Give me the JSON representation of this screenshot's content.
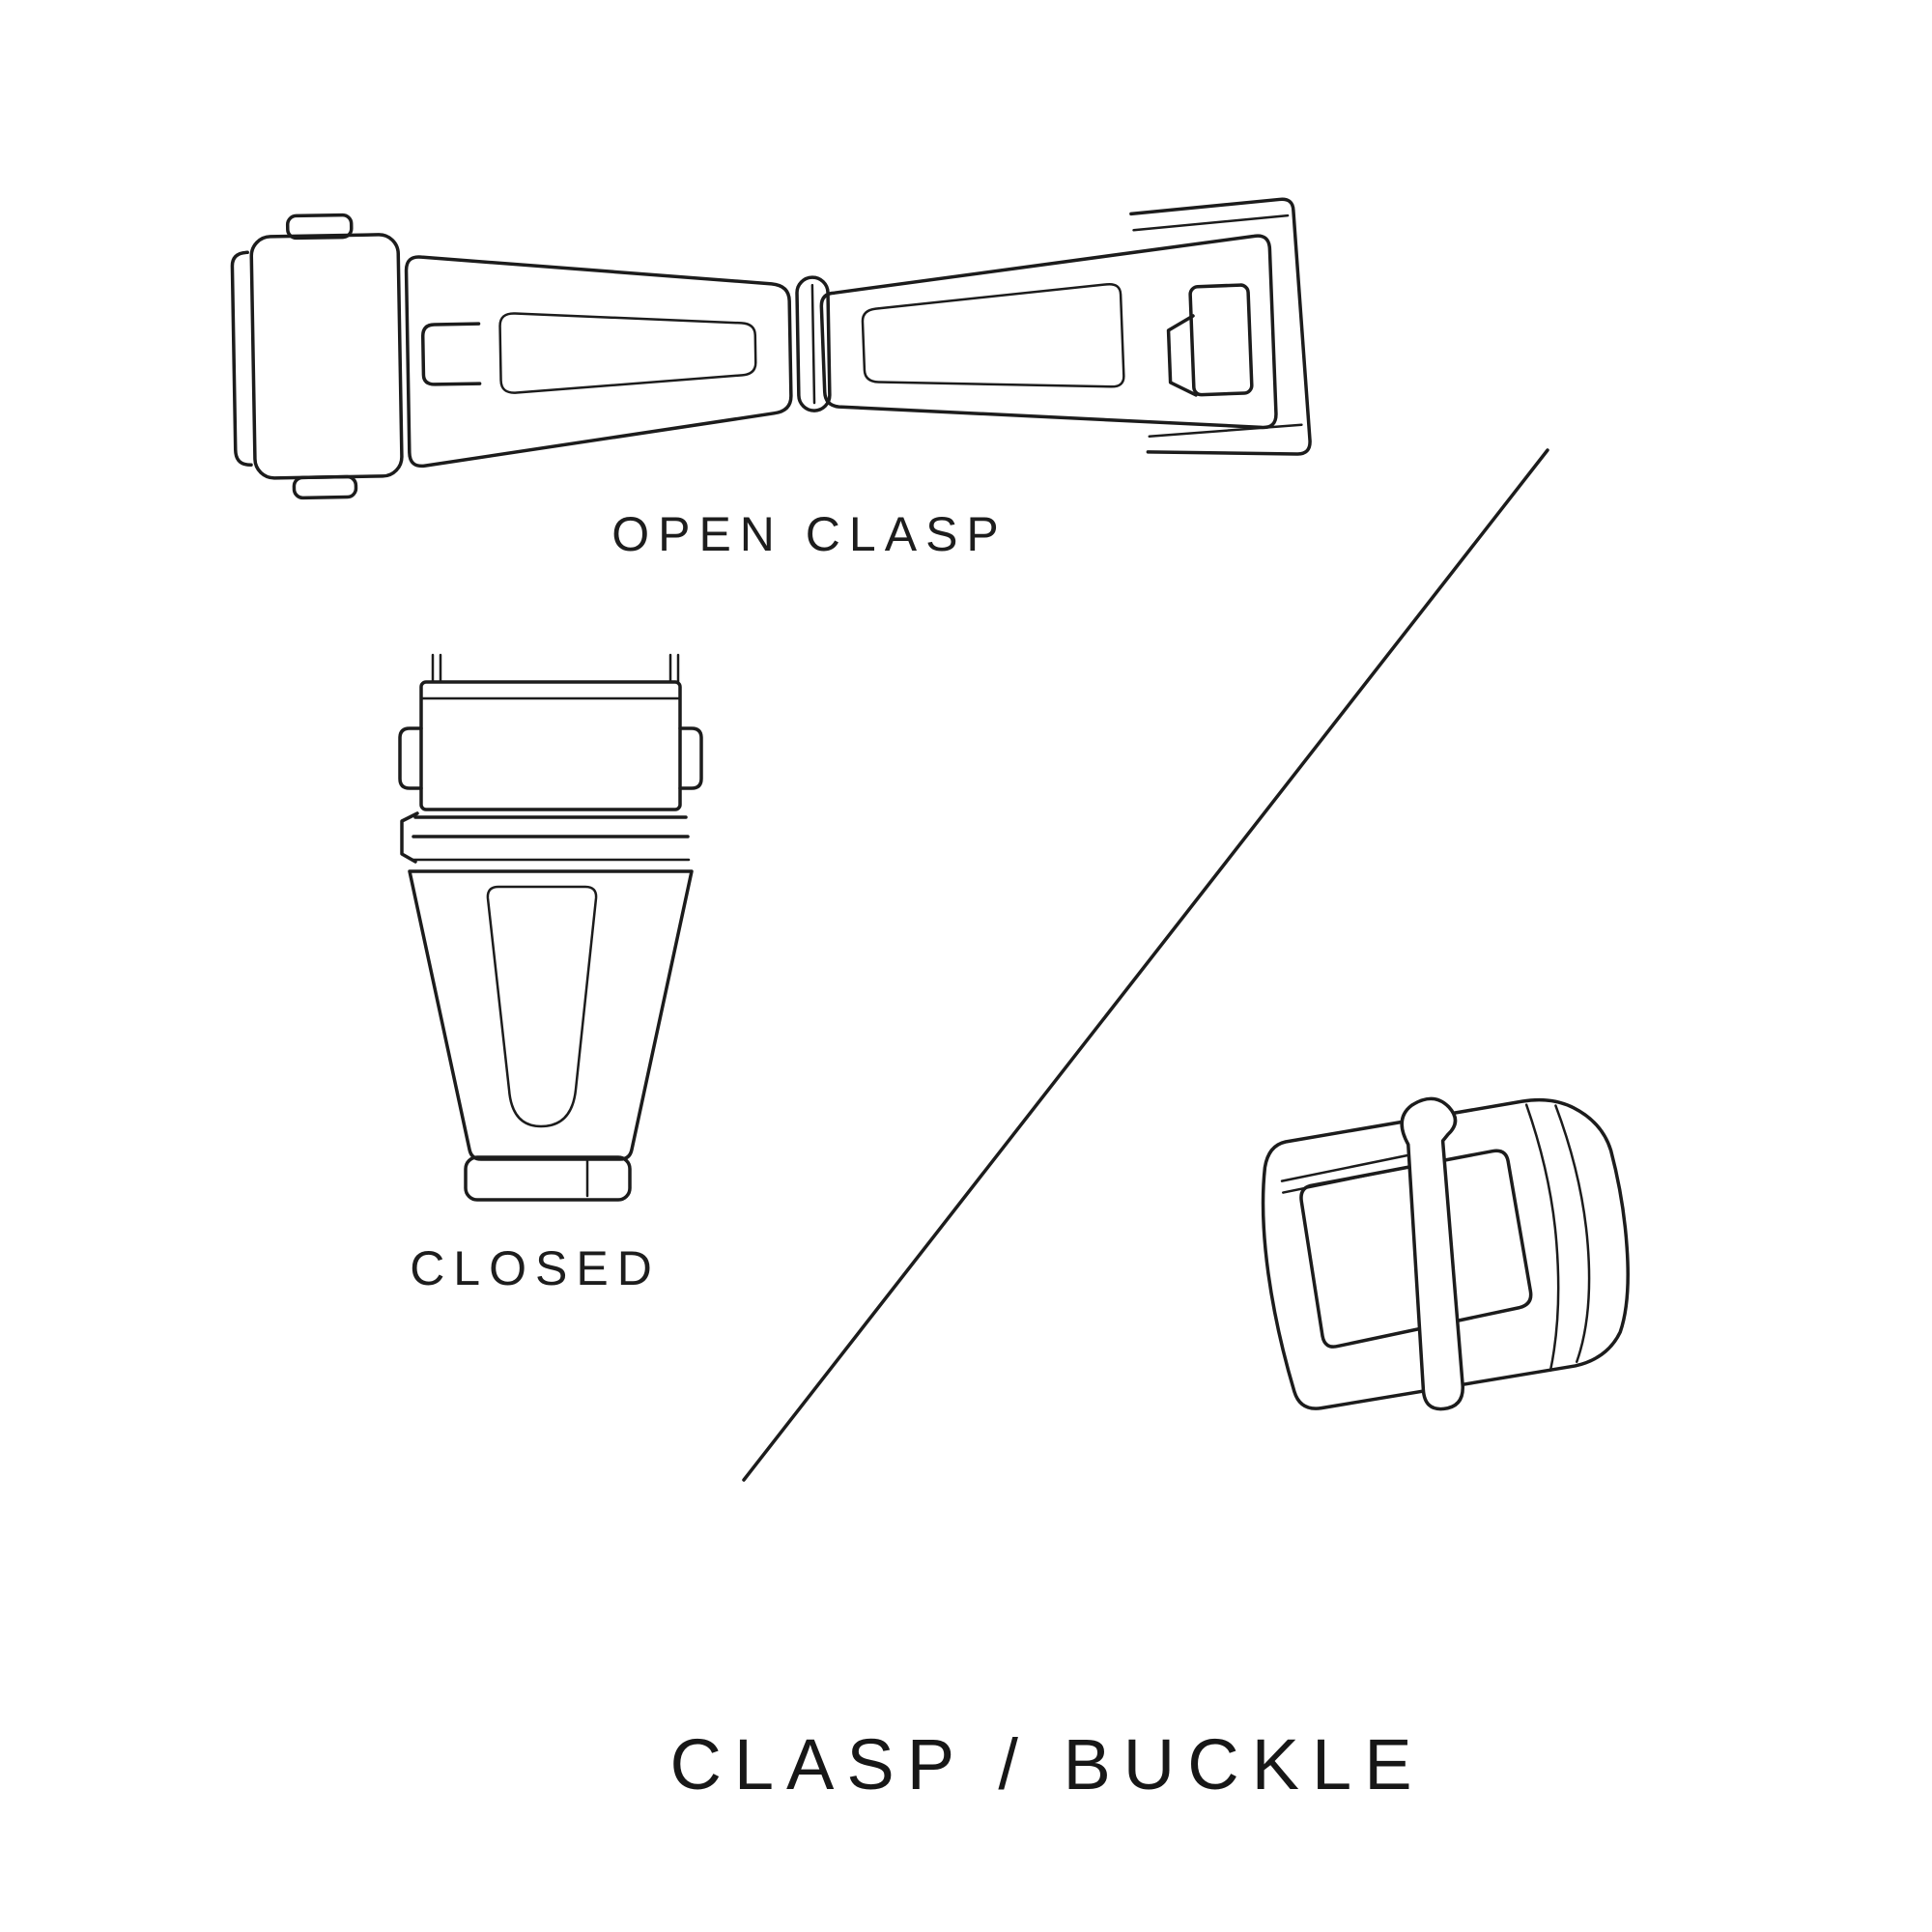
{
  "canvas": {
    "background": "#ffffff",
    "line_color": "#1c1c1c"
  },
  "captions": {
    "open_clasp": "OPEN CLASP",
    "closed": "CLOSED"
  },
  "title": {
    "text": "CLASP / BUCKLE"
  },
  "icons": {
    "open_clasp": "open-clasp-line-art",
    "closed_clasp": "closed-clasp-line-art",
    "buckle": "tang-buckle-line-art",
    "divider": "diagonal-divider-line"
  }
}
